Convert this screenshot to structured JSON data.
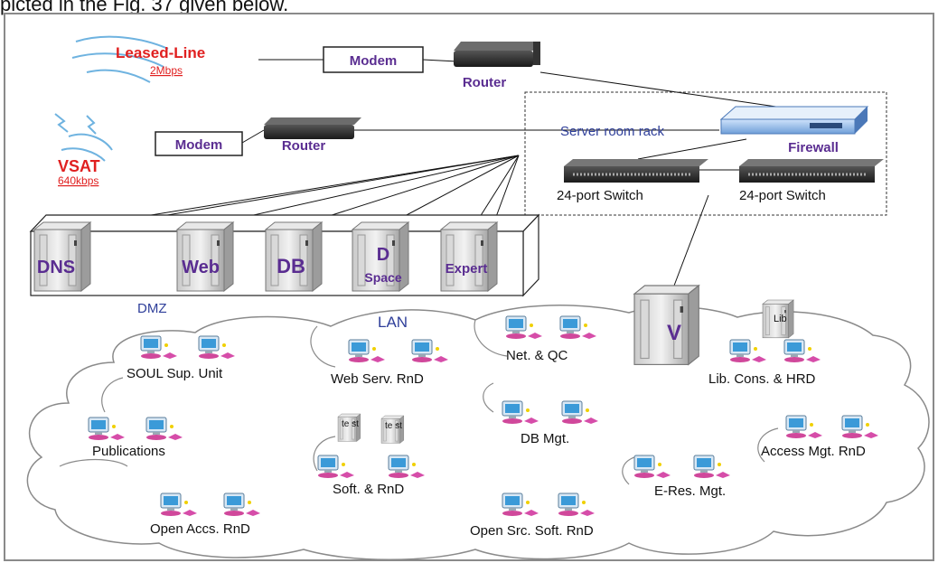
{
  "caption": "picted in the Fig. 37 given below.",
  "wan": {
    "leased_line": {
      "name": "Leased-Line",
      "speed": "2Mbps"
    },
    "vsat": {
      "name": "VSAT",
      "speed": "640kbps"
    },
    "modem_label": "Modem",
    "router_label": "Router"
  },
  "server_rack": {
    "title": "Server room rack",
    "firewall_label": "Firewall",
    "switch_left_label": "24-port Switch",
    "switch_right_label": "24-port Switch"
  },
  "dmz": {
    "label": "DMZ",
    "servers": [
      {
        "label": "DNS"
      },
      {
        "label": "Web"
      },
      {
        "label": "DB"
      },
      {
        "label_line1": "D",
        "label_line2": "Space"
      },
      {
        "label": "Expert"
      }
    ]
  },
  "lan": {
    "label": "LAN",
    "core_server_label": "V",
    "lib_server_label": "Lib",
    "test_server_label_1": "te st",
    "test_server_label_2": "te st",
    "groups": [
      {
        "label": "SOUL Sup. Unit"
      },
      {
        "label": "Web Serv. RnD"
      },
      {
        "label": "Net. & QC"
      },
      {
        "label": "Lib. Cons. & HRD"
      },
      {
        "label": "Publications"
      },
      {
        "label": "DB Mgt."
      },
      {
        "label": "Access Mgt. RnD"
      },
      {
        "label": "Soft. & RnD"
      },
      {
        "label": "E-Res. Mgt."
      },
      {
        "label": "Open Accs. RnD"
      },
      {
        "label": "Open Src. Soft. RnD"
      }
    ]
  },
  "colors": {
    "label_blue": "#2f3f9a",
    "label_purple": "#5a2d91",
    "wan_red": "#e02020",
    "pc_screen": "#3b9ad8",
    "pc_base": "#c8288a"
  }
}
